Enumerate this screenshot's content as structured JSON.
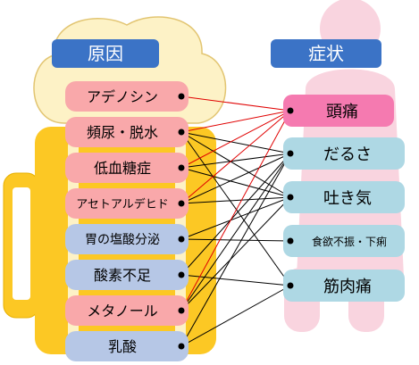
{
  "headers": {
    "causes": "原因",
    "symptoms": "症状"
  },
  "causes": [
    {
      "id": "adenosine",
      "label": "アデノシン",
      "color": "#f9a8aa"
    },
    {
      "id": "urination",
      "label": "頻尿・脱水",
      "color": "#f9a8aa"
    },
    {
      "id": "hypoglycemia",
      "label": "低血糖症",
      "color": "#f9a8aa"
    },
    {
      "id": "acetaldehyde",
      "label": "アセトアルデヒド",
      "color": "#f9a8aa"
    },
    {
      "id": "gastric",
      "label": "胃の塩酸分泌",
      "color": "#b6c7e6"
    },
    {
      "id": "oxygen",
      "label": "酸素不足",
      "color": "#b6c7e6"
    },
    {
      "id": "methanol",
      "label": "メタノール",
      "color": "#f9a8aa"
    },
    {
      "id": "lactic",
      "label": "乳酸",
      "color": "#b6c7e6"
    }
  ],
  "symptoms": [
    {
      "id": "headache",
      "label": "頭痛",
      "color": "#f57ab0"
    },
    {
      "id": "fatigue",
      "label": "だるさ",
      "color": "#aed8e4"
    },
    {
      "id": "nausea",
      "label": "吐き気",
      "color": "#aed8e4"
    },
    {
      "id": "appetite",
      "label": "食欲不振・下痢",
      "color": "#aed8e4"
    },
    {
      "id": "muscle",
      "label": "筋肉痛",
      "color": "#aed8e4"
    }
  ],
  "connections": [
    {
      "from": "adenosine",
      "to": "headache",
      "color": "#e00000"
    },
    {
      "from": "urination",
      "to": "headache",
      "color": "#e00000"
    },
    {
      "from": "urination",
      "to": "fatigue",
      "color": "#000000"
    },
    {
      "from": "urination",
      "to": "nausea",
      "color": "#000000"
    },
    {
      "from": "urination",
      "to": "muscle",
      "color": "#000000"
    },
    {
      "from": "hypoglycemia",
      "to": "headache",
      "color": "#e00000"
    },
    {
      "from": "hypoglycemia",
      "to": "fatigue",
      "color": "#000000"
    },
    {
      "from": "hypoglycemia",
      "to": "nausea",
      "color": "#000000"
    },
    {
      "from": "acetaldehyde",
      "to": "headache",
      "color": "#e00000"
    },
    {
      "from": "acetaldehyde",
      "to": "fatigue",
      "color": "#000000"
    },
    {
      "from": "acetaldehyde",
      "to": "nausea",
      "color": "#000000"
    },
    {
      "from": "gastric",
      "to": "nausea",
      "color": "#000000"
    },
    {
      "from": "gastric",
      "to": "appetite",
      "color": "#000000"
    },
    {
      "from": "oxygen",
      "to": "fatigue",
      "color": "#000000"
    },
    {
      "from": "oxygen",
      "to": "muscle",
      "color": "#000000"
    },
    {
      "from": "methanol",
      "to": "headache",
      "color": "#e00000"
    },
    {
      "from": "methanol",
      "to": "fatigue",
      "color": "#000000"
    },
    {
      "from": "methanol",
      "to": "nausea",
      "color": "#000000"
    },
    {
      "from": "lactic",
      "to": "fatigue",
      "color": "#000000"
    },
    {
      "from": "lactic",
      "to": "muscle",
      "color": "#000000"
    }
  ],
  "colors": {
    "header_fill": "#3b73c6",
    "header_text": "#ffffff",
    "beer_body": "#fcc824",
    "beer_foam": "#fdf2c6",
    "foam_stroke": "#e2c572",
    "person": "#f9d4df"
  }
}
